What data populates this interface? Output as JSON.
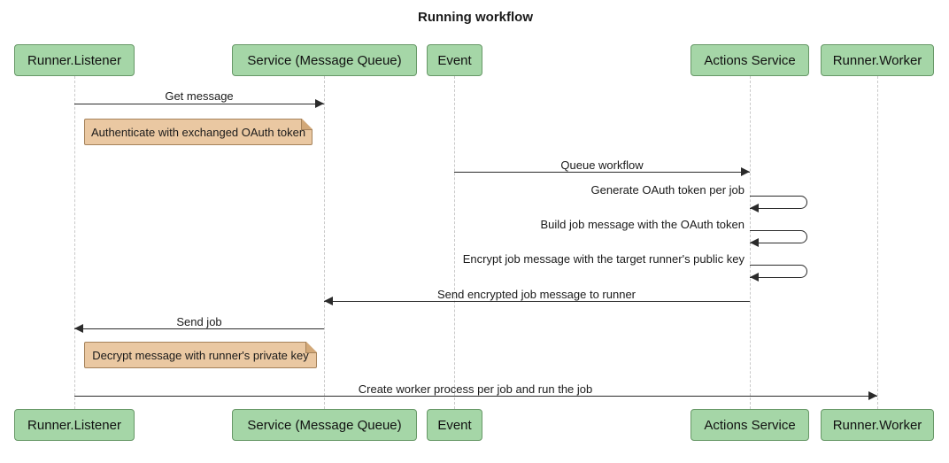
{
  "title": "Running workflow",
  "participants": [
    {
      "name": "Runner.Listener"
    },
    {
      "name": "Service (Message Queue)"
    },
    {
      "name": "Event"
    },
    {
      "name": "Actions Service"
    },
    {
      "name": "Runner.Worker"
    }
  ],
  "messages": [
    {
      "label": "Get message",
      "from": "Runner.Listener",
      "to": "Service (Message Queue)",
      "direction": "right"
    },
    {
      "label": "Queue workflow",
      "from": "Event",
      "to": "Actions Service",
      "direction": "right"
    },
    {
      "label": "Generate OAuth token per job",
      "from": "Actions Service",
      "to": "Actions Service",
      "direction": "self"
    },
    {
      "label": "Build job message with the OAuth token",
      "from": "Actions Service",
      "to": "Actions Service",
      "direction": "self"
    },
    {
      "label": "Encrypt job message with the target runner's public key",
      "from": "Actions Service",
      "to": "Actions Service",
      "direction": "self"
    },
    {
      "label": "Send encrypted job message to runner",
      "from": "Actions Service",
      "to": "Service (Message Queue)",
      "direction": "left"
    },
    {
      "label": "Send job",
      "from": "Service (Message Queue)",
      "to": "Runner.Listener",
      "direction": "left"
    },
    {
      "label": "Create worker process per job and run the job",
      "from": "Runner.Listener",
      "to": "Runner.Worker",
      "direction": "right"
    }
  ],
  "notes": [
    {
      "text": "Authenticate with exchanged OAuth token",
      "anchor": "Runner.Listener"
    },
    {
      "text": "Decrypt message with runner's private key",
      "anchor": "Runner.Listener"
    }
  ],
  "colors": {
    "background": "#ffffff",
    "participant_fill": "#a5d6a7",
    "participant_border": "#679867",
    "note_fill": "#eac8a2",
    "note_border": "#a5825a",
    "message_line": "#2b2b2b",
    "lifeline": "#c9c9c9",
    "text": "#1a1a1a"
  }
}
